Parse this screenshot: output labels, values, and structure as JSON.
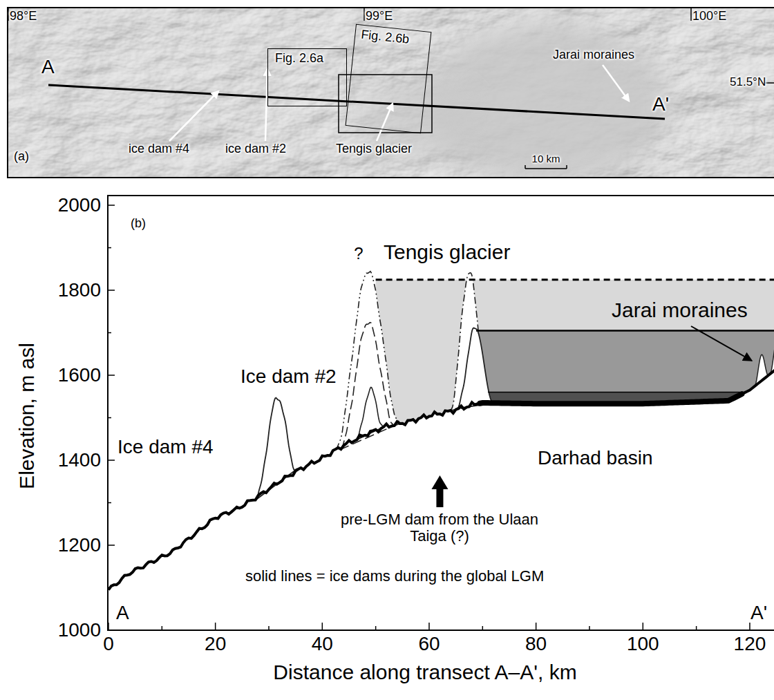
{
  "diagram": {
    "nodes": [
      {
        "text": [
          "(a)"
        ]
      },
      {
        "text": [
          "Fig. 2.6a"
        ],
        "in": 0
      },
      {
        "text": [
          "Fig. 2.6b"
        ],
        "in": 0
      },
      {
        "text": [
          "(b)"
        ]
      }
    ],
    "labels": [
      "98°E",
      "99°E",
      "100°E",
      "51.5°N",
      "A",
      "A'",
      "Jarai moraines",
      "ice dam #4",
      "ice dam #2",
      "Tengis glacier",
      "10 km",
      "2000",
      "1800",
      "1600",
      "1400",
      "1200",
      "1000",
      "0",
      "20",
      "40",
      "60",
      "80",
      "100",
      "120",
      "Elevation, m asl",
      "Distance along transect A–A', km",
      "?",
      "Tengis glacier",
      "Ice dam #2",
      "Jarai moraines",
      "Ice dam #4",
      "Darhad basin",
      "pre-LGM dam from the Ulaan Taiga (?)",
      "solid lines = ice dams during the global LGM",
      "A",
      "A'"
    ]
  }
}
